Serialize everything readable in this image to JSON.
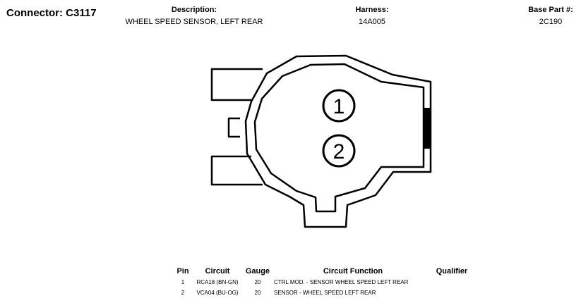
{
  "connector": {
    "title": "Connector: C3117"
  },
  "header": {
    "description_label": "Description:",
    "description_value": "WHEEL SPEED SENSOR, LEFT REAR",
    "harness_label": "Harness:",
    "harness_value": "14A005",
    "base_part_label": "Base Part #:",
    "base_part_value": "2C190"
  },
  "diagram": {
    "pins": [
      "1",
      "2"
    ]
  },
  "table": {
    "headers": {
      "pin": "Pin",
      "circuit": "Circuit",
      "gauge": "Gauge",
      "function": "Circuit Function",
      "qualifier": "Qualifier"
    },
    "rows": [
      {
        "pin": "1",
        "circuit": "RCA18 (BN-GN)",
        "gauge": "20",
        "function": "CTRL MOD. - SENSOR WHEEL SPEED LEFT REAR",
        "qualifier": ""
      },
      {
        "pin": "2",
        "circuit": "VCA04 (BU-OG)",
        "gauge": "20",
        "function": "SENSOR - WHEEL SPEED LEFT REAR",
        "qualifier": ""
      }
    ]
  }
}
